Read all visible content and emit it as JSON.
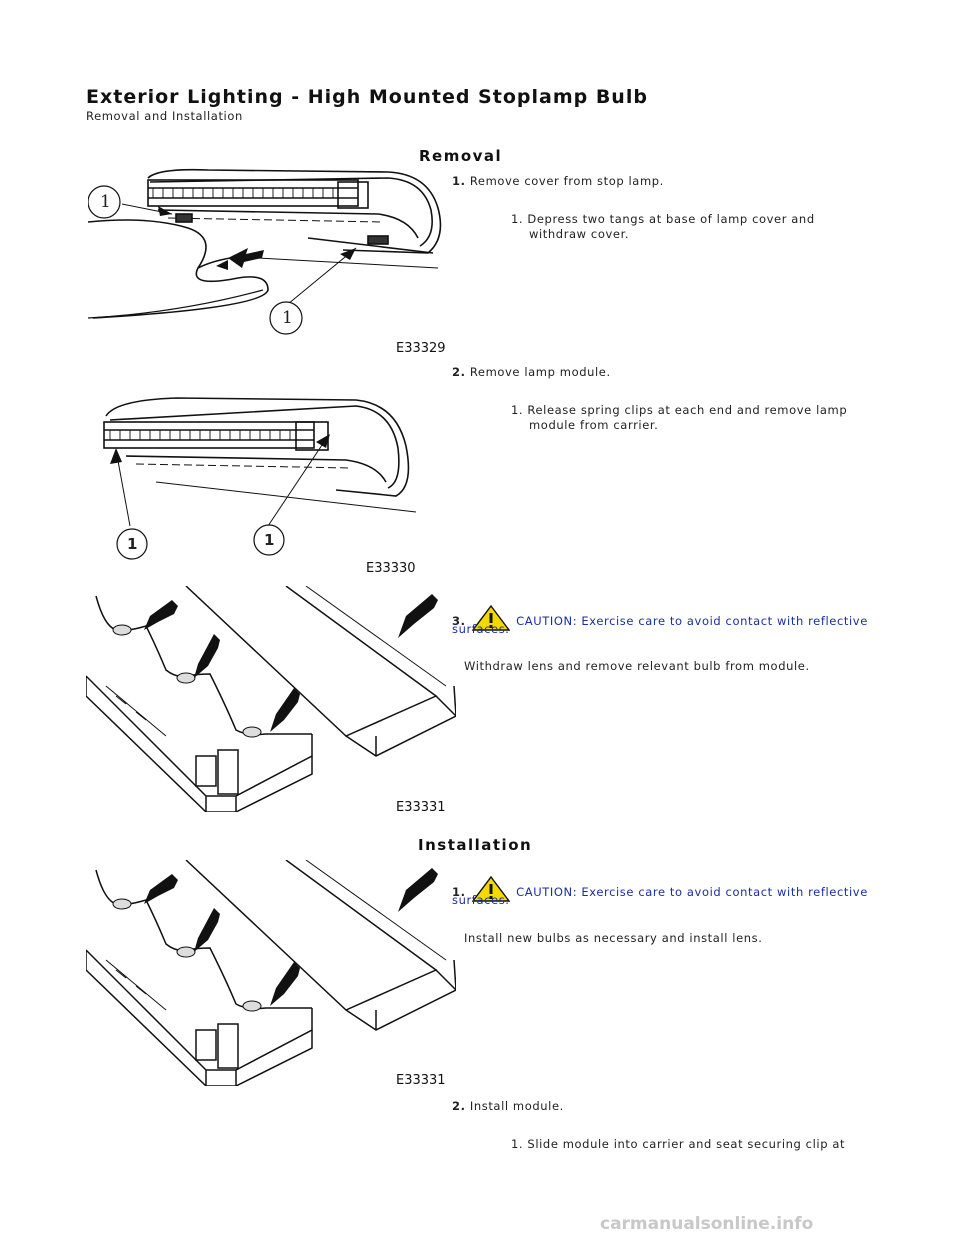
{
  "header": {
    "title": "Exterior Lighting - High Mounted Stoplamp Bulb",
    "subtitle": "Removal and Installation"
  },
  "removal": {
    "heading": "Removal",
    "steps": [
      {
        "num": "1.",
        "text": "Remove cover from stop lamp.",
        "sub": "1. Depress two tangs at base of lamp cover and",
        "sub2": "withdraw cover.",
        "figure": "E33329"
      },
      {
        "num": "2.",
        "text": "Remove lamp module.",
        "sub": "1. Release spring clips at each end and remove lamp",
        "sub2": "module from carrier.",
        "figure": "E33330"
      },
      {
        "num": "3.",
        "caution": "CAUTION: Exercise care to avoid contact with reflective",
        "caution2": "surfaces.",
        "text": "Withdraw lens and remove relevant bulb from module.",
        "figure": "E33331"
      }
    ],
    "callouts": [
      "1",
      "1",
      "1",
      "1"
    ]
  },
  "installation": {
    "heading": "Installation",
    "steps": [
      {
        "num": "1.",
        "caution": "CAUTION: Exercise care to avoid contact with reflective",
        "caution2": "surfaces.",
        "text": "Install new bulbs as necessary and install lens.",
        "figure": "E33331"
      },
      {
        "num": "2.",
        "text": "Install module.",
        "sub": "1. Slide module into carrier and seat securing clip at"
      }
    ]
  },
  "watermark": "carmanualsonline.info",
  "colors": {
    "caution_text": "#1a2fa0",
    "warning_fill": "#f5d800",
    "arrow": "#111111"
  }
}
